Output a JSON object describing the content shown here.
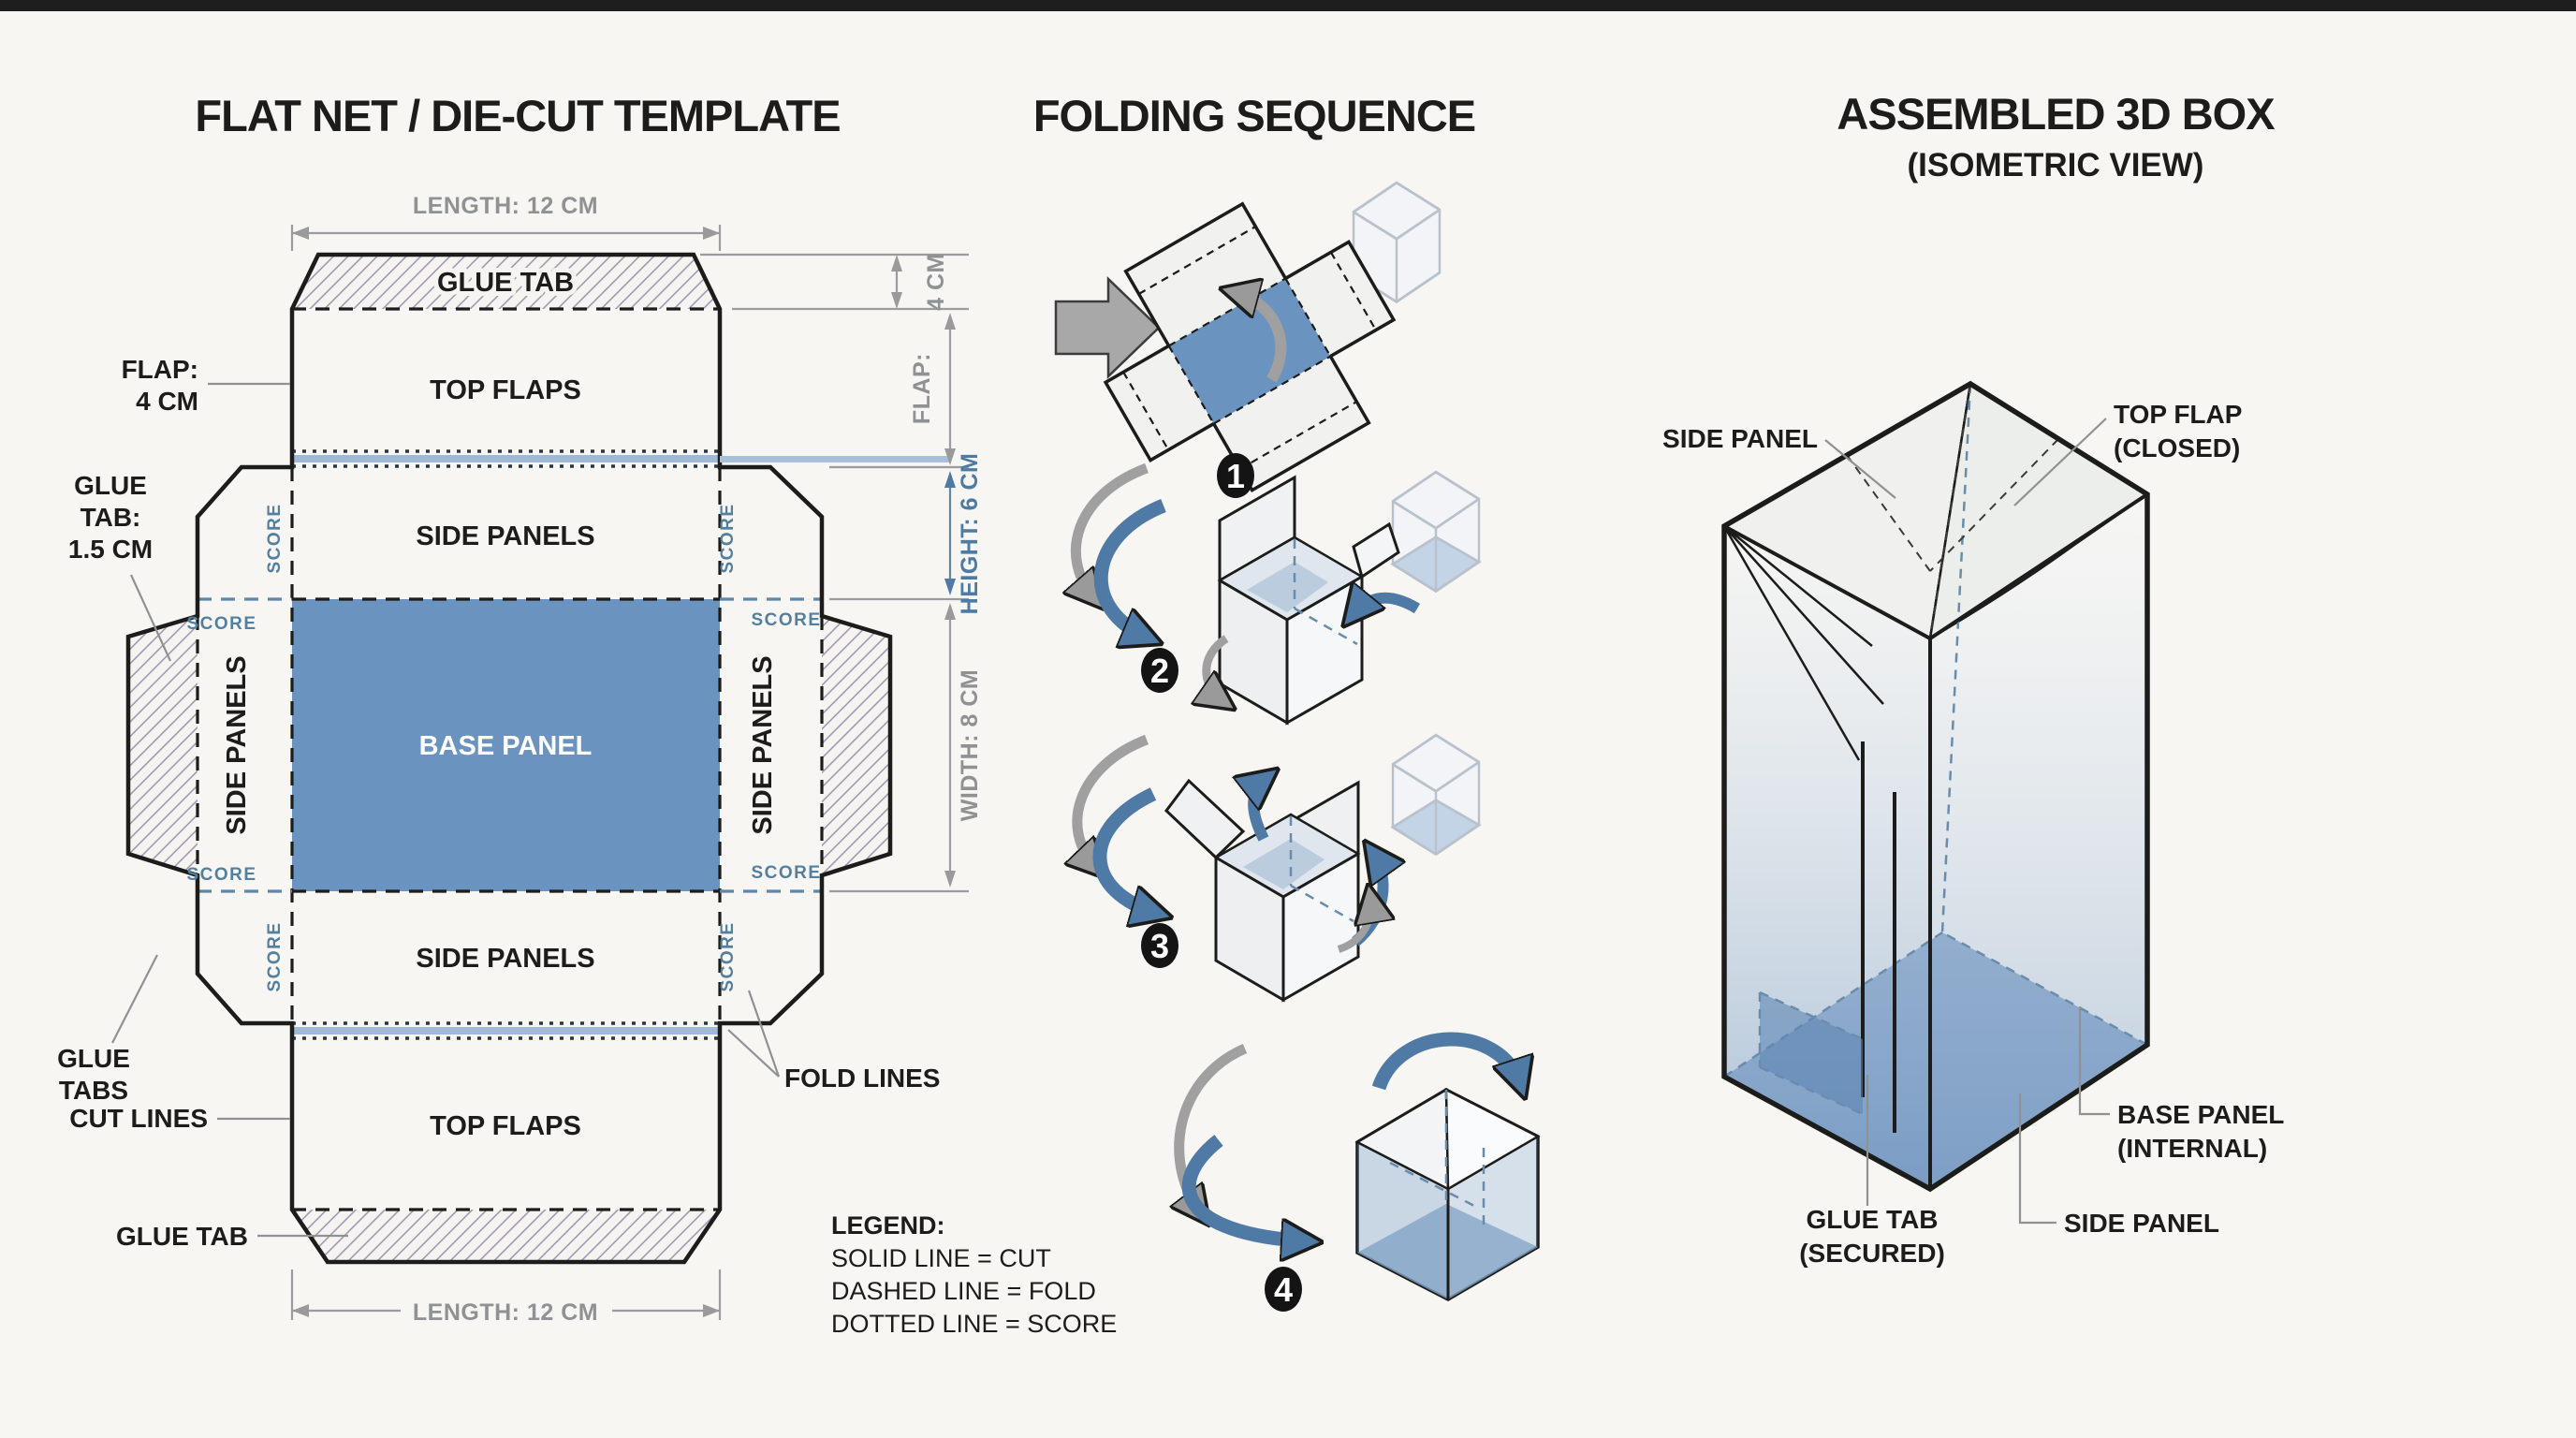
{
  "colors": {
    "base_blue": "#6b93bf",
    "score_blue": "#54809e",
    "dim_gray": "#8f9193",
    "line_black": "#1c1c1a",
    "arrow_blue": "#4f7aa6",
    "arrow_gray": "#a4a4a4",
    "background": "#f7f6f3"
  },
  "left": {
    "title": "FLAT NET / DIE-CUT TEMPLATE",
    "length_top": "LENGTH: 12 CM",
    "length_bottom": "LENGTH: 12 CM",
    "glue_tab_top": "GLUE TAB",
    "top_flaps_top": "TOP FLAPS",
    "side_panels_top": "SIDE PANELS",
    "side_panels_left": "SIDE PANELS",
    "side_panels_right": "SIDE PANELS",
    "side_panels_bottom": "SIDE PANELS",
    "top_flaps_bottom": "TOP FLAPS",
    "base_panel": "BASE PANEL",
    "score": "SCORE",
    "dim_flap_side": "FLAP:",
    "dim_4cm_side": "4 CM",
    "dim_height": "HEIGHT: 6 CM",
    "dim_width": "WIDTH: 8 CM",
    "callout_flap": [
      "FLAP:",
      "4 CM"
    ],
    "callout_glue_tab_left": [
      "GLUE",
      "TAB:",
      "1.5 CM"
    ],
    "callout_glue_tabs": [
      "GLUE",
      "TABS"
    ],
    "callout_cut_lines": "CUT LINES",
    "callout_fold_lines": "FOLD LINES",
    "callout_glue_tab_bottom": "GLUE TAB",
    "legend_title": "LEGEND:",
    "legend_lines": [
      "SOLID LINE = CUT",
      "DASHED LINE = FOLD",
      "DOTTED LINE = SCORE"
    ]
  },
  "middle": {
    "title": "FOLDING SEQUENCE",
    "steps": [
      "1",
      "2",
      "3",
      "4"
    ]
  },
  "right": {
    "title": "ASSEMBLED 3D BOX",
    "subtitle": "(ISOMETRIC VIEW)",
    "label_top_flap": [
      "TOP FLAP",
      "(CLOSED)"
    ],
    "label_side_panel_top": "SIDE PANEL",
    "label_base_panel": [
      "BASE PANEL",
      "(INTERNAL)"
    ],
    "label_glue_tab": [
      "GLUE TAB",
      "(SECURED)"
    ],
    "label_side_panel_bottom": "SIDE PANEL"
  }
}
